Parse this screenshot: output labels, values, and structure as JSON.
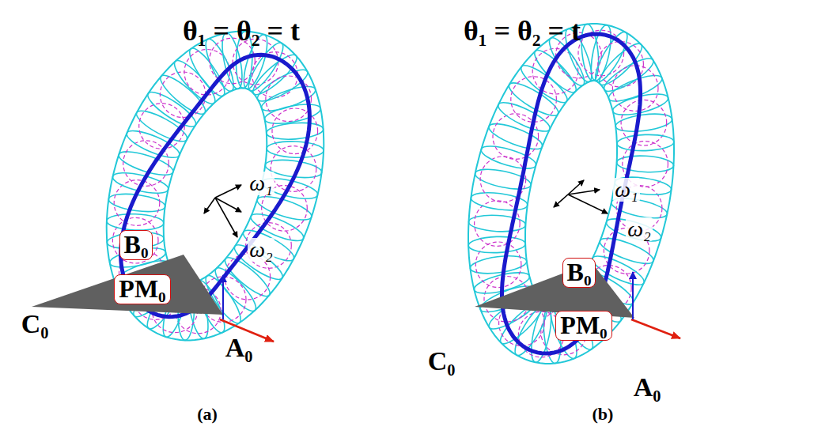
{
  "diagram": {
    "nodes": [
      {
        "text": [
          "B₀"
        ]
      },
      {
        "text": [
          "PM₀"
        ]
      },
      {
        "text": [
          "B₀"
        ]
      },
      {
        "text": [
          "PM₀"
        ]
      }
    ],
    "labels": [
      "θ₁ = θ₂ = t",
      "ω₁",
      "ω₂",
      "C₀",
      "A₀",
      "(a)",
      "θ₁ = θ₂ = t",
      "ω₁",
      "ω₂",
      "C₀",
      "A₀",
      "(b)"
    ]
  }
}
